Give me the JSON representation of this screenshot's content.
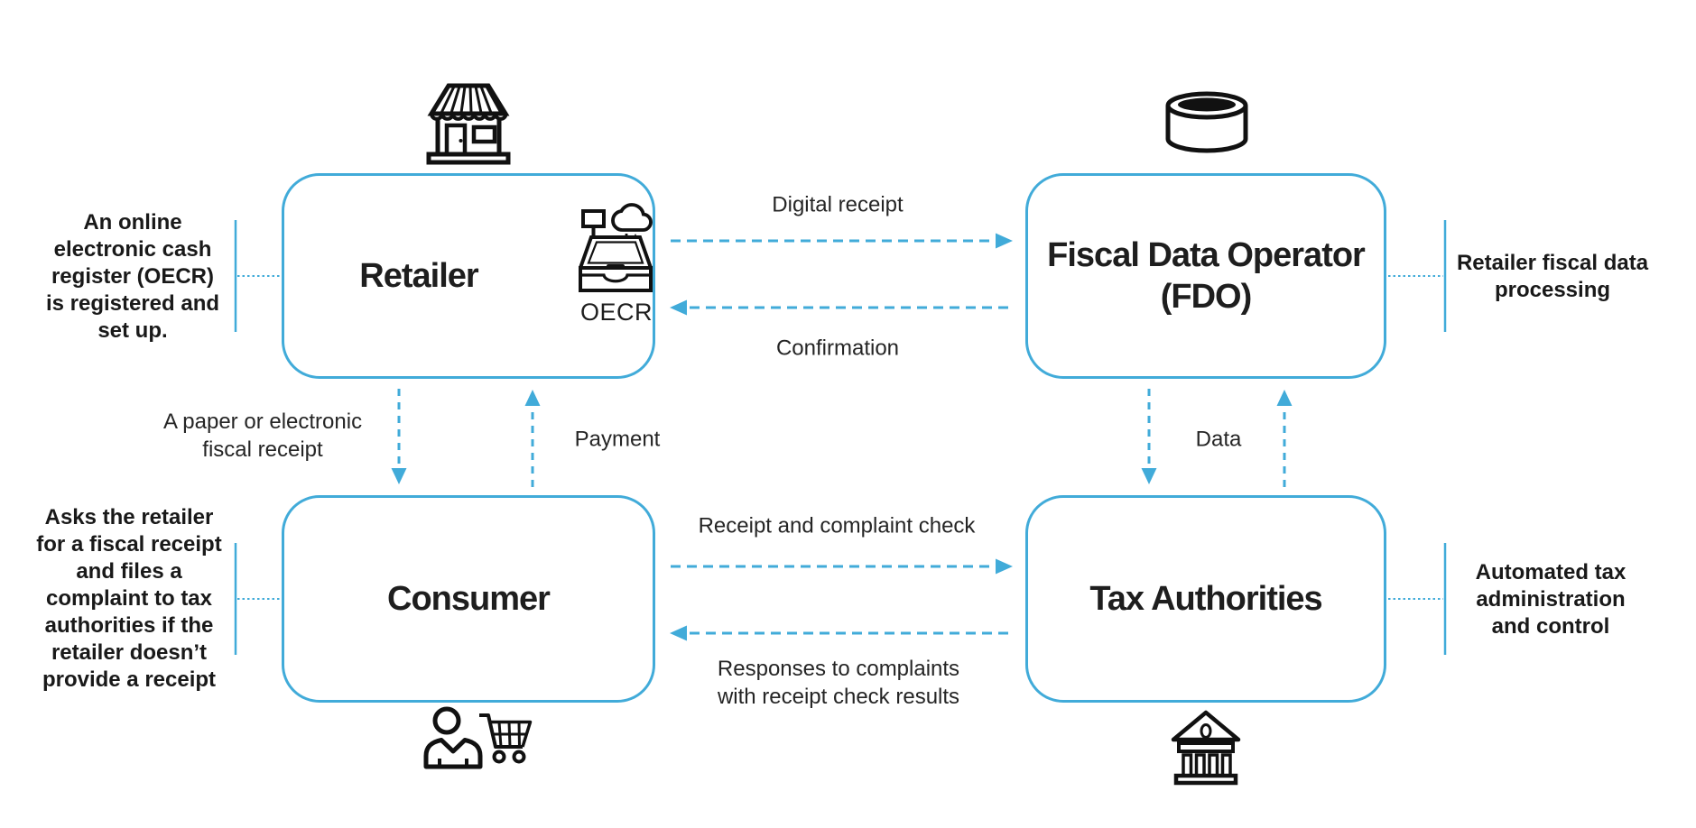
{
  "colors": {
    "accent": "#41ABD9",
    "text_dark": "#1E1E1E",
    "icon_ink": "#111111"
  },
  "nodes": {
    "retailer": {
      "title": "Retailer",
      "badge": "OECR",
      "icon": "storefront-icon",
      "inner_icon": "cash-register-cloud-icon"
    },
    "fdo": {
      "title": "Fiscal Data Operator",
      "subtitle": "(FDO)",
      "icon": "database-icon"
    },
    "consumer": {
      "title": "Consumer",
      "icon": "person-with-cart-icon"
    },
    "tax": {
      "title": "Tax Authorities",
      "icon": "bank-icon"
    }
  },
  "flows": {
    "digital_receipt": "Digital receipt",
    "confirmation": "Confirmation",
    "paper_receipt": "A paper or electronic fiscal receipt",
    "payment": "Payment",
    "data": "Data",
    "receipt_check": "Receipt and complaint check",
    "responses": "Responses to complaints with receipt check results"
  },
  "annotations": {
    "retailer": "An online electronic cash register (OECR) is registered and set up.",
    "fdo": "Retailer fiscal data processing",
    "consumer": "Asks the retailer for a fiscal receipt and files a complaint to tax authorities if the retailer doesn’t provide a receipt",
    "tax": "Automated tax administration and control"
  }
}
